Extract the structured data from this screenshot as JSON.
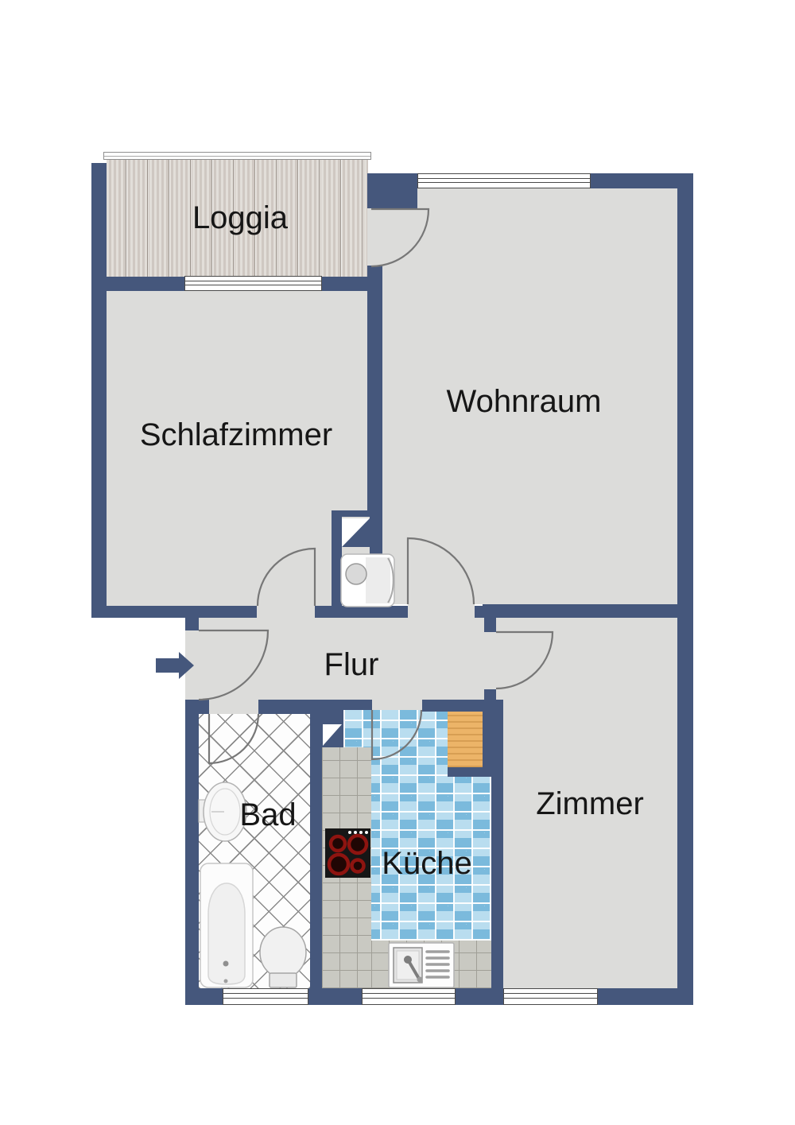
{
  "rooms": {
    "loggia": {
      "label": "Loggia"
    },
    "schlafzimmer": {
      "label": "Schlafzimmer"
    },
    "wohnraum": {
      "label": "Wohnraum"
    },
    "flur": {
      "label": "Flur"
    },
    "bad": {
      "label": "Bad"
    },
    "kueche": {
      "label": "Küche"
    },
    "zimmer": {
      "label": "Zimmer"
    }
  },
  "colors": {
    "outside": "#ffffff",
    "wall": "#45577c",
    "floor": "#dcdcda",
    "loggia_wood": "#d7d1cb",
    "bad_floor": "#fdfdfd",
    "bad_grid_line": "#8a8a8a",
    "kitchen_tile": "#b9ddef",
    "kitchen_tile_dark": "rgba(73,156,205,0.55)",
    "counter_tile": "#c9c9c2",
    "counter_grid_line": "#a09f97",
    "wood_counter": "#ecb468",
    "stove_body": "#161616",
    "burner_red": "#8e1410",
    "door_arc": "#777777",
    "window_frame": "#4a4a4a",
    "label_text": "#161616",
    "entry_arrow": "#45577c"
  }
}
